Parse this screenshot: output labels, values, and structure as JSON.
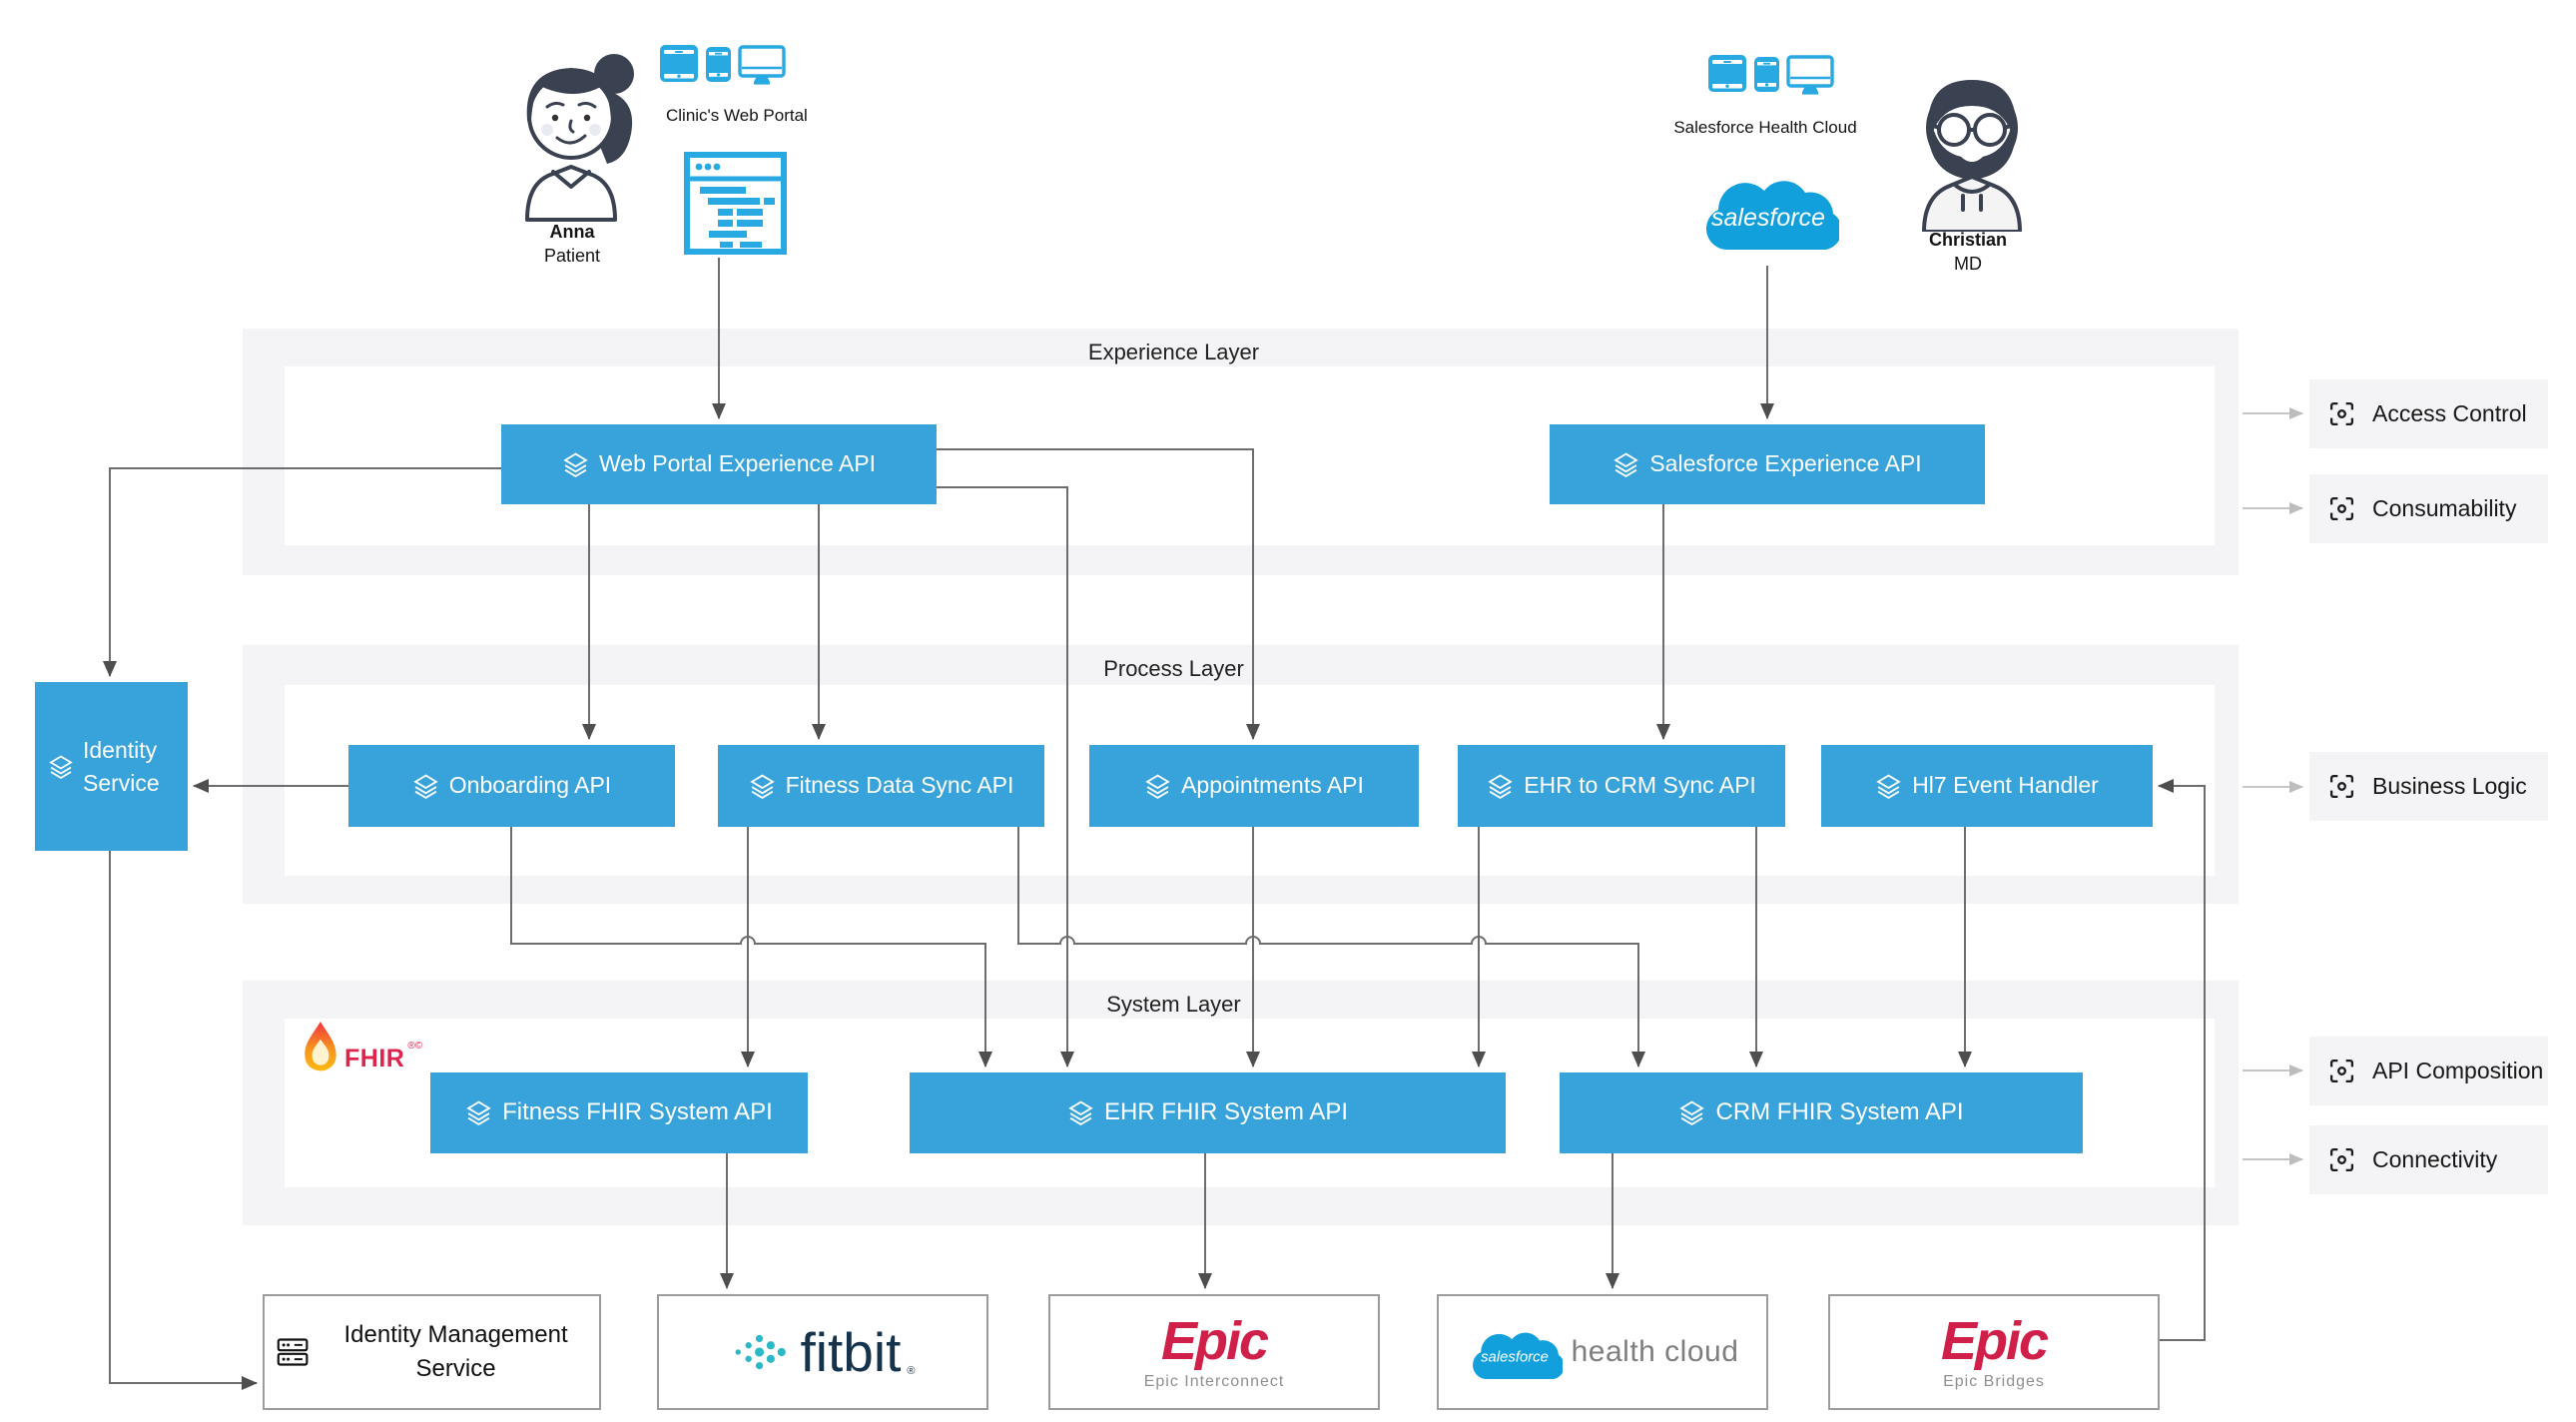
{
  "actors": {
    "anna": {
      "name": "Anna",
      "role": "Patient"
    },
    "christian": {
      "name": "Christian",
      "role": "MD"
    }
  },
  "clients": {
    "clinic_web_portal": {
      "label": "Clinic's Web Portal"
    },
    "salesforce_health_cloud": {
      "label": "Salesforce Health Cloud"
    }
  },
  "layers": {
    "experience": {
      "label": "Experience Layer",
      "apis": [
        {
          "label": "Web Portal Experience API"
        },
        {
          "label": "Salesforce Experience API"
        }
      ]
    },
    "process": {
      "label": "Process Layer",
      "apis": [
        {
          "label": "Onboarding API"
        },
        {
          "label": "Fitness Data Sync API"
        },
        {
          "label": "Appointments API"
        },
        {
          "label": "EHR to CRM Sync API"
        },
        {
          "label": "Hl7 Event Handler"
        }
      ]
    },
    "system": {
      "label": "System Layer",
      "apis": [
        {
          "label": "Fitness FHIR System API"
        },
        {
          "label": "EHR FHIR System API"
        },
        {
          "label": "CRM FHIR System API"
        }
      ]
    }
  },
  "identity_service": {
    "label": "Identity Service"
  },
  "capabilities": [
    {
      "label": "Access Control"
    },
    {
      "label": "Consumability"
    },
    {
      "label": "Business Logic"
    },
    {
      "label": "API Composition"
    },
    {
      "label": "Connectivity"
    }
  ],
  "backends": {
    "identity_management": {
      "label": "Identity Management Service"
    },
    "fitbit": {
      "logo_text": "fitbit",
      "registered_mark": "®"
    },
    "epic_interconnect": {
      "logo_text": "Epic",
      "caption": "Epic Interconnect"
    },
    "salesforce_health_cloud": {
      "logo_text": "salesforce",
      "caption": "health cloud"
    },
    "epic_bridges": {
      "logo_text": "Epic",
      "caption": "Epic Bridges"
    }
  },
  "logos": {
    "salesforce_wordmark": "salesforce",
    "fhir": {
      "text": "FHIR",
      "marks": "®©"
    }
  },
  "colors": {
    "api_box_blue": "#38A3DB",
    "layer_band_gray": "#F4F4F6",
    "connector_gray": "#6D6D6D",
    "epic_red": "#D0204A",
    "fitbit_navy": "#16334C",
    "fitbit_teal": "#2CB9C7",
    "salesforce_blue": "#12A0DC",
    "fhir_red": "#E0234E",
    "device_icon_blue": "#29A9E1"
  }
}
